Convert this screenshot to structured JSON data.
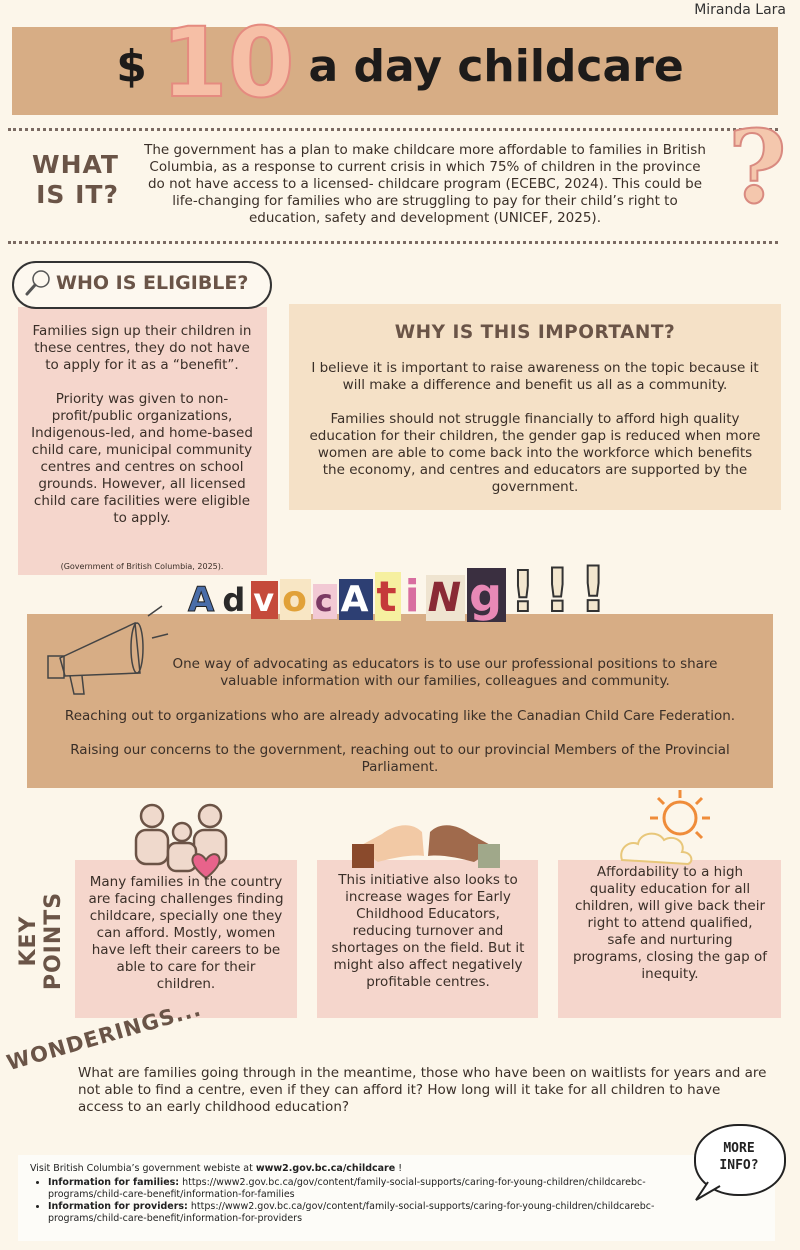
{
  "author": "Miranda Lara",
  "title": {
    "prefix": "$",
    "number": "10",
    "suffix": "a day childcare"
  },
  "what": {
    "heading_line1": "WHAT",
    "heading_line2": "IS IT?",
    "text": "The government has a plan to make childcare more affordable to families in British Columbia, as a response to current crisis in which 75% of children in the province do not have access to a licensed- childcare program (ECEBC, 2024). This could be life-changing for families who are struggling to pay for their child’s right to education, safety and development (UNICEF, 2025).",
    "icon": "question-mark-icon"
  },
  "eligible": {
    "heading": "WHO IS ELIGIBLE?",
    "icon": "magnifier-icon",
    "para1": "Families sign up their children in these centres, they do not have to apply for it as a “benefit”.",
    "para2": "Priority was given to non-profit/public organizations, Indigenous-led, and home-based child care, municipal community centres and centres on school grounds. However, all licensed child care facilities were eligible to apply.",
    "citation": "(Government of British Columbia, 2025)."
  },
  "why": {
    "heading": "WHY IS THIS IMPORTANT?",
    "para1": "I believe it is important to raise awareness on the topic because it will make a difference and benefit us all as a community.",
    "para2": "Families should not struggle financially to afford high quality education for their children, the gender gap is reduced when more women are able to come back into the workforce which benefits the economy, and centres and educators are supported by the government."
  },
  "advocating": {
    "letters": [
      "A",
      "d",
      "v",
      "o",
      "c",
      "A",
      "t",
      "i",
      "N",
      "g",
      "!",
      "!",
      "!"
    ],
    "icon": "megaphone-icon",
    "para1": "One way of advocating as educators is to use our professional positions to share valuable information with our families, colleagues and community.",
    "para2": "Reaching out to organizations who are already advocating like the Canadian Child Care Federation.",
    "para3": "Raising our concerns to the government, reaching out to our provincial Members of the Provincial Parliament."
  },
  "key_points": {
    "label": "KEY POINTS",
    "items": [
      {
        "icon": "family-heart-icon",
        "text": "Many families in the country are facing challenges finding childcare, specially one they can afford. Mostly, women have left their careers to be able to care for their children."
      },
      {
        "icon": "heart-hands-icon",
        "text": "This initiative also looks to increase wages for Early Childhood Educators, reducing turnover and shortages on the field. But it might also affect negatively profitable centres."
      },
      {
        "icon": "sun-cloud-icon",
        "text": "Affordability to a high quality education for all children, will give back their right to attend qualified, safe and nurturing programs, closing the gap of inequity."
      }
    ]
  },
  "wonderings": {
    "label": "WONDERINGS...",
    "text": "What are families going through in the meantime, those who have been on waitlists for years and are not able to find a centre, even if they can afford it? How long will it take for all children to have access to an early childhood education?"
  },
  "info": {
    "intro_prefix": "Visit British Columbia’s government webiste at ",
    "intro_link": "www2.gov.bc.ca/childcare",
    "intro_suffix": " !",
    "families_label": "Information for families:",
    "families_url": " https://www2.gov.bc.ca/gov/content/family-social-supports/caring-for-young-children/childcarebc-programs/child-care-benefit/information-for-families",
    "providers_label": "Information for providers:",
    "providers_url": " https://www2.gov.bc.ca/gov/content/family-social-supports/caring-for-young-children/childcarebc-programs/child-care-benefit/information-for-providers",
    "more_line1": "MORE",
    "more_line2": "INFO?"
  },
  "colors": {
    "background": "#fcf6ea",
    "tan": "#d7ad85",
    "pink_box": "#f5d6cc",
    "cream_box": "#f5e1c7",
    "heading_brown": "#6a5447"
  }
}
